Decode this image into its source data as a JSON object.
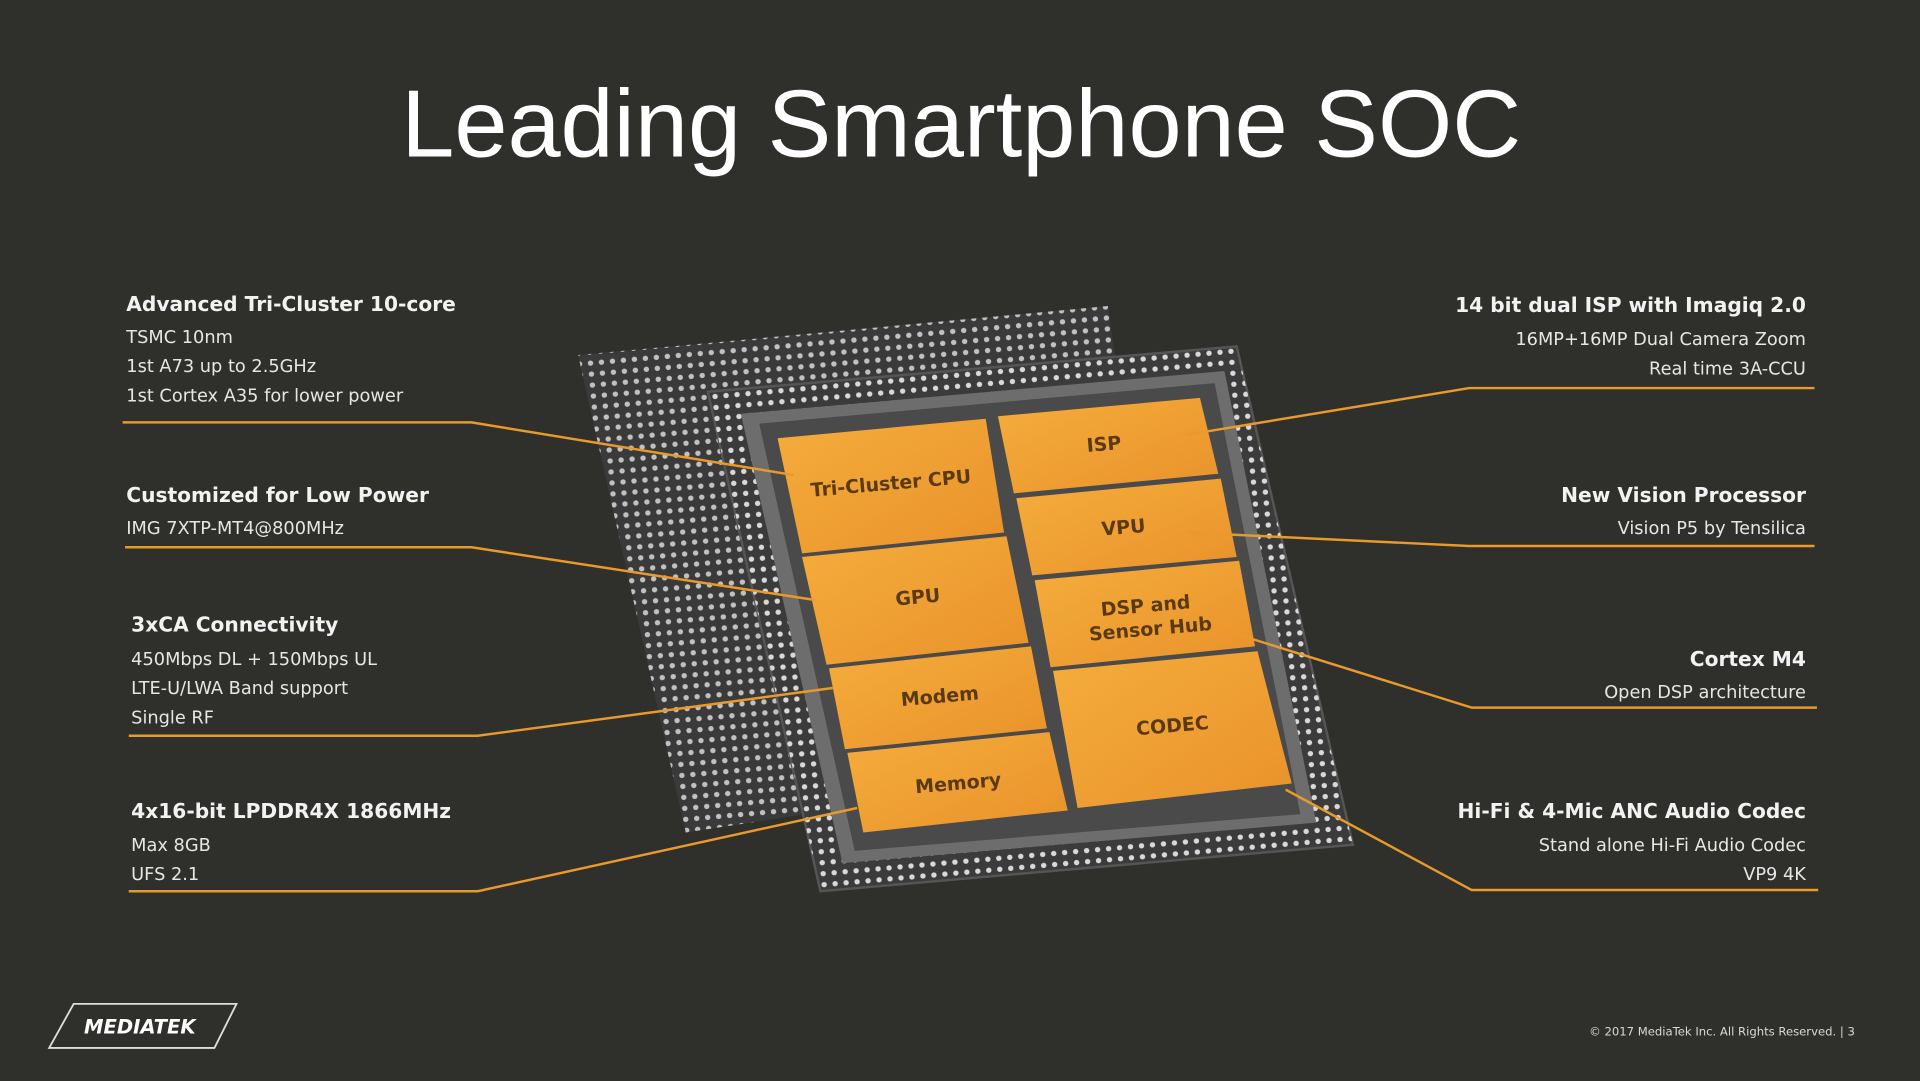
{
  "title": "Leading Smartphone SOC",
  "left_callouts": [
    {
      "heading": "Advanced Tri-Cluster 10-core",
      "lines": [
        "TSMC 10nm",
        "1st A73 up to 2.5GHz",
        "1st Cortex A35 for lower power"
      ]
    },
    {
      "heading": "Customized for Low Power",
      "lines": [
        "IMG 7XTP-MT4@800MHz"
      ]
    },
    {
      "heading": "3xCA Connectivity",
      "lines": [
        "450Mbps DL + 150Mbps UL",
        "LTE-U/LWA Band support",
        "Single RF"
      ]
    },
    {
      "heading": "4x16-bit LPDDR4X 1866MHz",
      "lines": [
        "Max 8GB",
        "UFS 2.1"
      ]
    }
  ],
  "right_callouts": [
    {
      "heading": "14 bit dual ISP with Imagiq 2.0",
      "lines": [
        "16MP+16MP Dual Camera Zoom",
        "Real time 3A-CCU"
      ]
    },
    {
      "heading": "New Vision Processor",
      "lines": [
        "Vision P5  by Tensilica"
      ]
    },
    {
      "heading": "Cortex M4",
      "lines": [
        "Open DSP architecture"
      ]
    },
    {
      "heading": "Hi-Fi & 4-Mic ANC Audio Codec",
      "lines": [
        "Stand alone Hi-Fi Audio Codec",
        "VP9 4K"
      ]
    }
  ],
  "chip_blocks": {
    "cpu": "Tri-Cluster CPU",
    "gpu": "GPU",
    "modem": "Modem",
    "memory": "Memory",
    "isp": "ISP",
    "vpu": "VPU",
    "dsp_line1": "DSP and",
    "dsp_line2": "Sensor Hub",
    "codec": "CODEC"
  },
  "footer": {
    "logo": "MEDIATEK",
    "copyright": "© 2017 MediaTek Inc. All Rights Reserved.  |  3"
  },
  "colors": {
    "background": "#2f2f2b",
    "accent": "#e89a2a",
    "block": "#f0a030"
  }
}
